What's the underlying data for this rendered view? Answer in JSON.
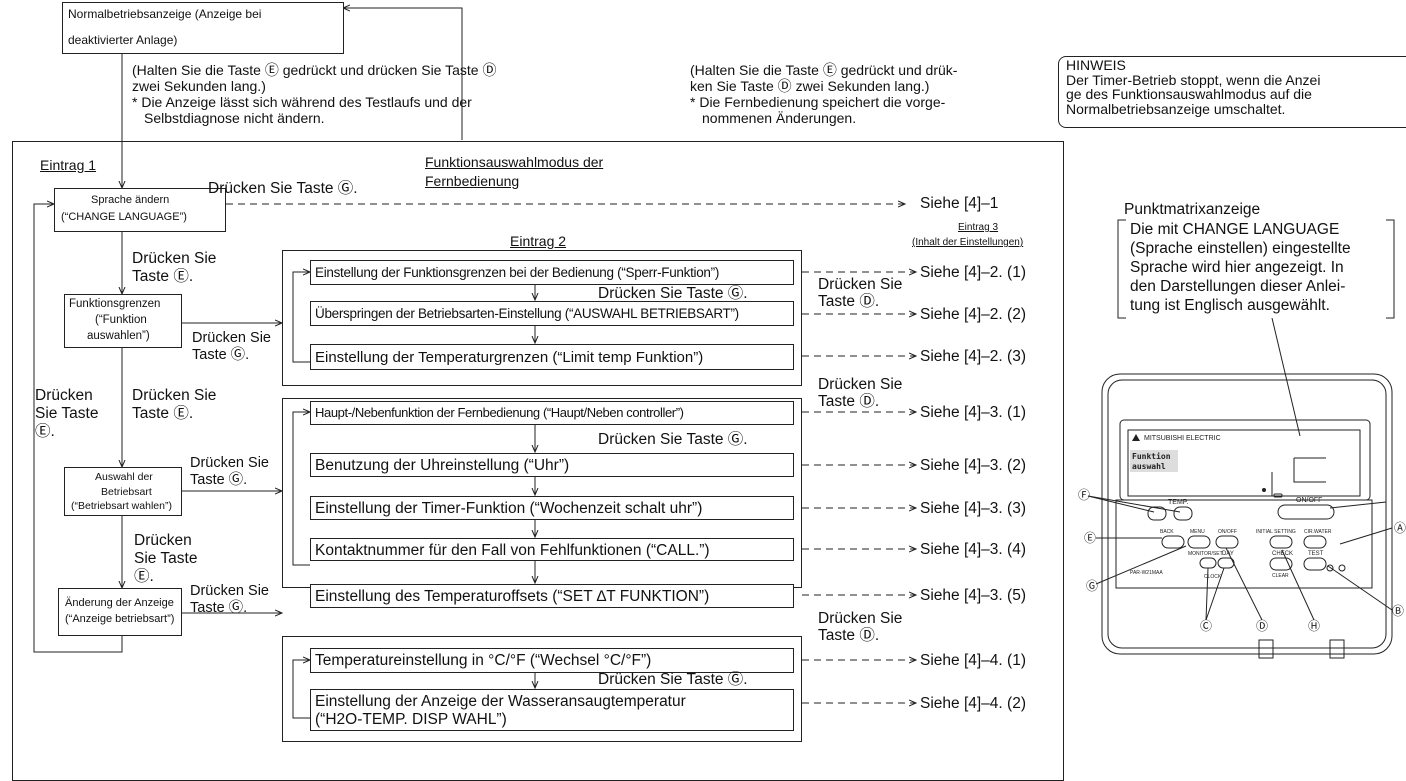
{
  "top": {
    "normal_display": [
      "Normalbetriebsanzeige (Anzeige bei",
      "deaktivierter Anlage)"
    ],
    "note_left": [
      "(Halten Sie die Taste Ⓔ gedrückt und drücken Sie Taste Ⓓ",
      "zwei Sekunden lang.)",
      "* Die Anzeige lässt sich während des Testlaufs und der",
      "Selbstdiagnose nicht ändern."
    ],
    "note_mid": [
      "(Halten Sie die Taste Ⓔ gedrückt und drük-",
      "ken Sie Taste Ⓓ zwei Sekunden lang.)",
      "* Die Fernbedienung speichert die vorge-",
      "nommenen Änderungen."
    ],
    "hinweis": [
      "HINWEIS",
      "Der Timer-Betrieb stoppt, wenn die Anzei",
      "ge des Funktionsauswahlmodus auf die",
      "Normalbetriebsanzeige umschaltet."
    ]
  },
  "main": {
    "entry1": "Eintrag 1",
    "mode_title": [
      "Funktionsauswahlmodus der",
      "Fernbedienung"
    ],
    "entry2": "Eintrag 2",
    "entry3": [
      "Eintrag 3",
      "(Inhalt der Einstellungen)"
    ],
    "item1": [
      "Sprache ändern",
      "(“CHANGE LANGUAGE”)"
    ],
    "item2": [
      "Funktionsgrenzen",
      "(“Funktion",
      "auswahlen”)"
    ],
    "item3": [
      "Auswahl der",
      "Betriebsart",
      "(“Betriebsart wahlen”)"
    ],
    "item4": [
      "Änderung der Anzeige",
      "(“Anzeige betriebsart”)"
    ],
    "press_g": "Drücken Sie Taste Ⓖ.",
    "press_e_2line": [
      "Drücken Sie",
      "Taste Ⓔ."
    ],
    "press_g_2line": [
      "Drücken Sie",
      "Taste Ⓖ."
    ],
    "press_d_2line": [
      "Drücken Sie",
      "Taste Ⓓ."
    ],
    "press_e_left": [
      "Drücken",
      "Sie Taste",
      "Ⓔ."
    ],
    "press_e_3line": [
      "Drücken",
      "Sie Taste",
      "Ⓔ."
    ],
    "group2_rows": [
      "Einstellung der Funktionsgrenzen bei der Bedienung (“Sperr-Funktion”)",
      "Überspringen der Betriebsarten-Einstellung (“AUSWAHL BETRIEBSART”)",
      "Einstellung der Temperaturgrenzen (“Limit temp Funktion”)"
    ],
    "group3_rows": [
      "Haupt-/Nebenfunktion der Fernbedienung (“Haupt/Neben controller”)",
      "Benutzung der Uhreinstellung (“Uhr”)",
      "Einstellung der Timer-Funktion (“Wochenzeit schalt uhr”)",
      "Kontaktnummer für den Fall von Fehlfunktionen (“CALL.”)",
      "Einstellung des Temperaturoffsets (“SET ∆T FUNKTION”)"
    ],
    "group4_rows": [
      "Temperatureinstellung in °C/°F (“Wechsel °C/°F”)",
      "Einstellung der Anzeige der Wasseransaugtemperatur",
      "(“H2O-TEMP. DISP WAHL”)"
    ],
    "refs": [
      "Siehe [4]–1",
      "Siehe [4]–2. (1)",
      "Siehe [4]–2. (2)",
      "Siehe [4]–2. (3)",
      "Siehe [4]–3. (1)",
      "Siehe [4]–3. (2)",
      "Siehe [4]–3. (3)",
      "Siehe [4]–3. (4)",
      "Siehe [4]–3. (5)",
      "Siehe [4]–4. (1)",
      "Siehe [4]–4. (2)"
    ]
  },
  "remote": {
    "dot_title": "Punktmatrixanzeige",
    "dot_desc": [
      "Die mit CHANGE LANGUAGE",
      "(Sprache einstellen) eingestellte",
      "Sprache wird hier angezeigt. In",
      "den Darstellungen dieser Anlei-",
      "tung ist Englisch ausgewählt."
    ],
    "brand": "MITSUBISHI ELECTRIC",
    "lcd_text": [
      "Funktion",
      "auswahl"
    ],
    "temp": "TEMP.",
    "onoff": "ON/OFF",
    "labels": [
      "BACK",
      "MENU",
      "ON/OFF",
      "INITIAL SETTING",
      "CIR.WATER",
      "MONITOR/SET",
      "DAY",
      "CHECK",
      "TEST",
      "CLOCK",
      "CLEAR",
      "PAR-W21MAA"
    ],
    "callouts": [
      "Ⓕ",
      "Ⓔ",
      "Ⓖ",
      "Ⓒ",
      "Ⓓ",
      "Ⓗ",
      "Ⓑ",
      "Ⓐ"
    ]
  }
}
